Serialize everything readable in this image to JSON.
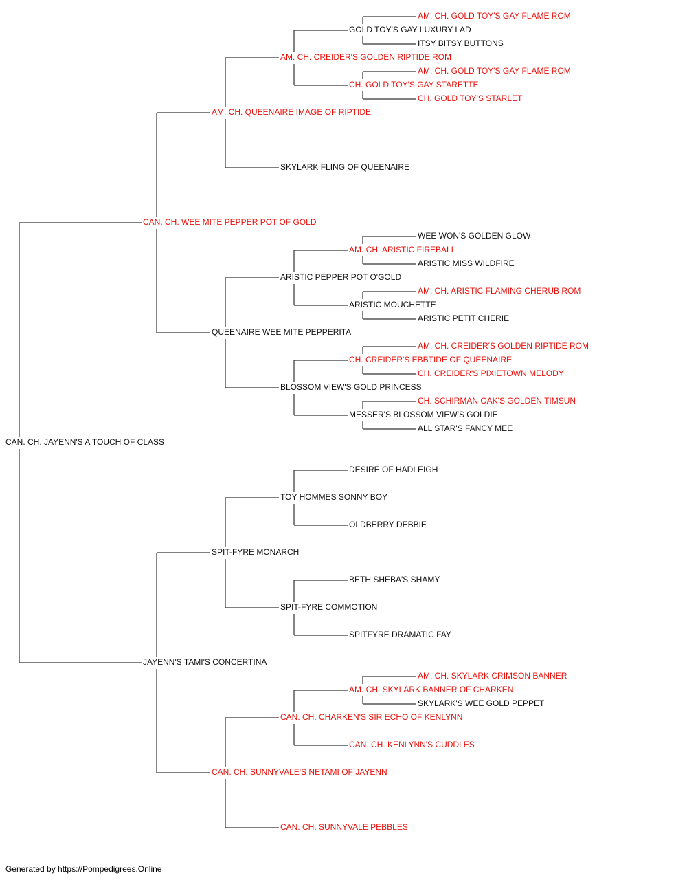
{
  "colors": {
    "titled": "#e8110c",
    "plain": "#111111",
    "line": "#333333"
  },
  "footer": "Generated by https://Pompedigrees.Online",
  "tree": {
    "name": "CAN. CH. JAYENN'S A TOUCH OF CLASS",
    "titled": false,
    "sire": {
      "name": "CAN. CH. WEE MITE PEPPER POT OF GOLD",
      "titled": true,
      "sire": {
        "name": "AM. CH. QUEENAIRE IMAGE OF RIPTIDE",
        "titled": true,
        "sire": {
          "name": "AM. CH. CREIDER'S GOLDEN RIPTIDE ROM",
          "titled": true,
          "sire": {
            "name": "GOLD TOY'S GAY LUXURY LAD",
            "titled": false,
            "sire": {
              "name": "AM. CH. GOLD TOY'S GAY FLAME ROM",
              "titled": true
            },
            "dam": {
              "name": "ITSY BITSY BUTTONS",
              "titled": false
            }
          },
          "dam": {
            "name": "CH. GOLD TOY'S GAY STARETTE",
            "titled": true,
            "sire": {
              "name": "AM. CH. GOLD TOY'S GAY FLAME ROM",
              "titled": true
            },
            "dam": {
              "name": "CH. GOLD TOY'S STARLET",
              "titled": true
            }
          }
        },
        "dam": {
          "name": "SKYLARK FLING OF QUEENAIRE",
          "titled": false
        }
      },
      "dam": {
        "name": "QUEENAIRE WEE MITE PEPPERITA",
        "titled": false,
        "sire": {
          "name": "ARISTIC PEPPER POT O'GOLD",
          "titled": false,
          "sire": {
            "name": "AM. CH. ARISTIC FIREBALL",
            "titled": true,
            "sire": {
              "name": "WEE WON'S GOLDEN GLOW",
              "titled": false
            },
            "dam": {
              "name": "ARISTIC MISS WILDFIRE",
              "titled": false
            }
          },
          "dam": {
            "name": "ARISTIC MOUCHETTE",
            "titled": false,
            "sire": {
              "name": "AM. CH. ARISTIC FLAMING CHERUB ROM",
              "titled": true
            },
            "dam": {
              "name": "ARISTIC PETIT CHERIE",
              "titled": false
            }
          }
        },
        "dam": {
          "name": "BLOSSOM VIEW'S GOLD PRINCESS",
          "titled": false,
          "sire": {
            "name": "CH. CREIDER'S EBBTIDE OF QUEENAIRE",
            "titled": true,
            "sire": {
              "name": "AM. CH. CREIDER'S GOLDEN RIPTIDE ROM",
              "titled": true
            },
            "dam": {
              "name": "CH. CREIDER'S PIXIETOWN MELODY",
              "titled": true
            }
          },
          "dam": {
            "name": "MESSER'S BLOSSOM VIEW'S GOLDIE",
            "titled": false,
            "sire": {
              "name": "CH. SCHIRMAN OAK'S GOLDEN TIMSUN",
              "titled": true
            },
            "dam": {
              "name": "ALL STAR'S FANCY MEE",
              "titled": false
            }
          }
        }
      }
    },
    "dam": {
      "name": "JAYENN'S TAMI'S CONCERTINA",
      "titled": false,
      "sire": {
        "name": "SPIT-FYRE MONARCH",
        "titled": false,
        "sire": {
          "name": "TOY HOMMES SONNY BOY",
          "titled": false,
          "sire": {
            "name": "DESIRE OF HADLEIGH",
            "titled": false
          },
          "dam": {
            "name": "OLDBERRY DEBBIE",
            "titled": false
          }
        },
        "dam": {
          "name": "SPIT-FYRE COMMOTION",
          "titled": false,
          "sire": {
            "name": "BETH SHEBA'S SHAMY",
            "titled": false
          },
          "dam": {
            "name": "SPITFYRE DRAMATIC FAY",
            "titled": false
          }
        }
      },
      "dam": {
        "name": "CAN. CH. SUNNYVALE'S NETAMI OF JAYENN",
        "titled": true,
        "sire": {
          "name": "CAN. CH. CHARKEN'S SIR ECHO OF KENLYNN",
          "titled": true,
          "sire": {
            "name": "AM. CH. SKYLARK BANNER OF CHARKEN",
            "titled": true,
            "sire": {
              "name": "AM. CH. SKYLARK CRIMSON BANNER",
              "titled": true
            },
            "dam": {
              "name": "SKYLARK'S WEE GOLD PEPPET",
              "titled": false
            }
          },
          "dam": {
            "name": "CAN. CH. KENLYNN'S CUDDLES",
            "titled": true
          }
        },
        "dam": {
          "name": "CAN. CH. SUNNYVALE PEBBLES",
          "titled": true
        }
      }
    }
  }
}
